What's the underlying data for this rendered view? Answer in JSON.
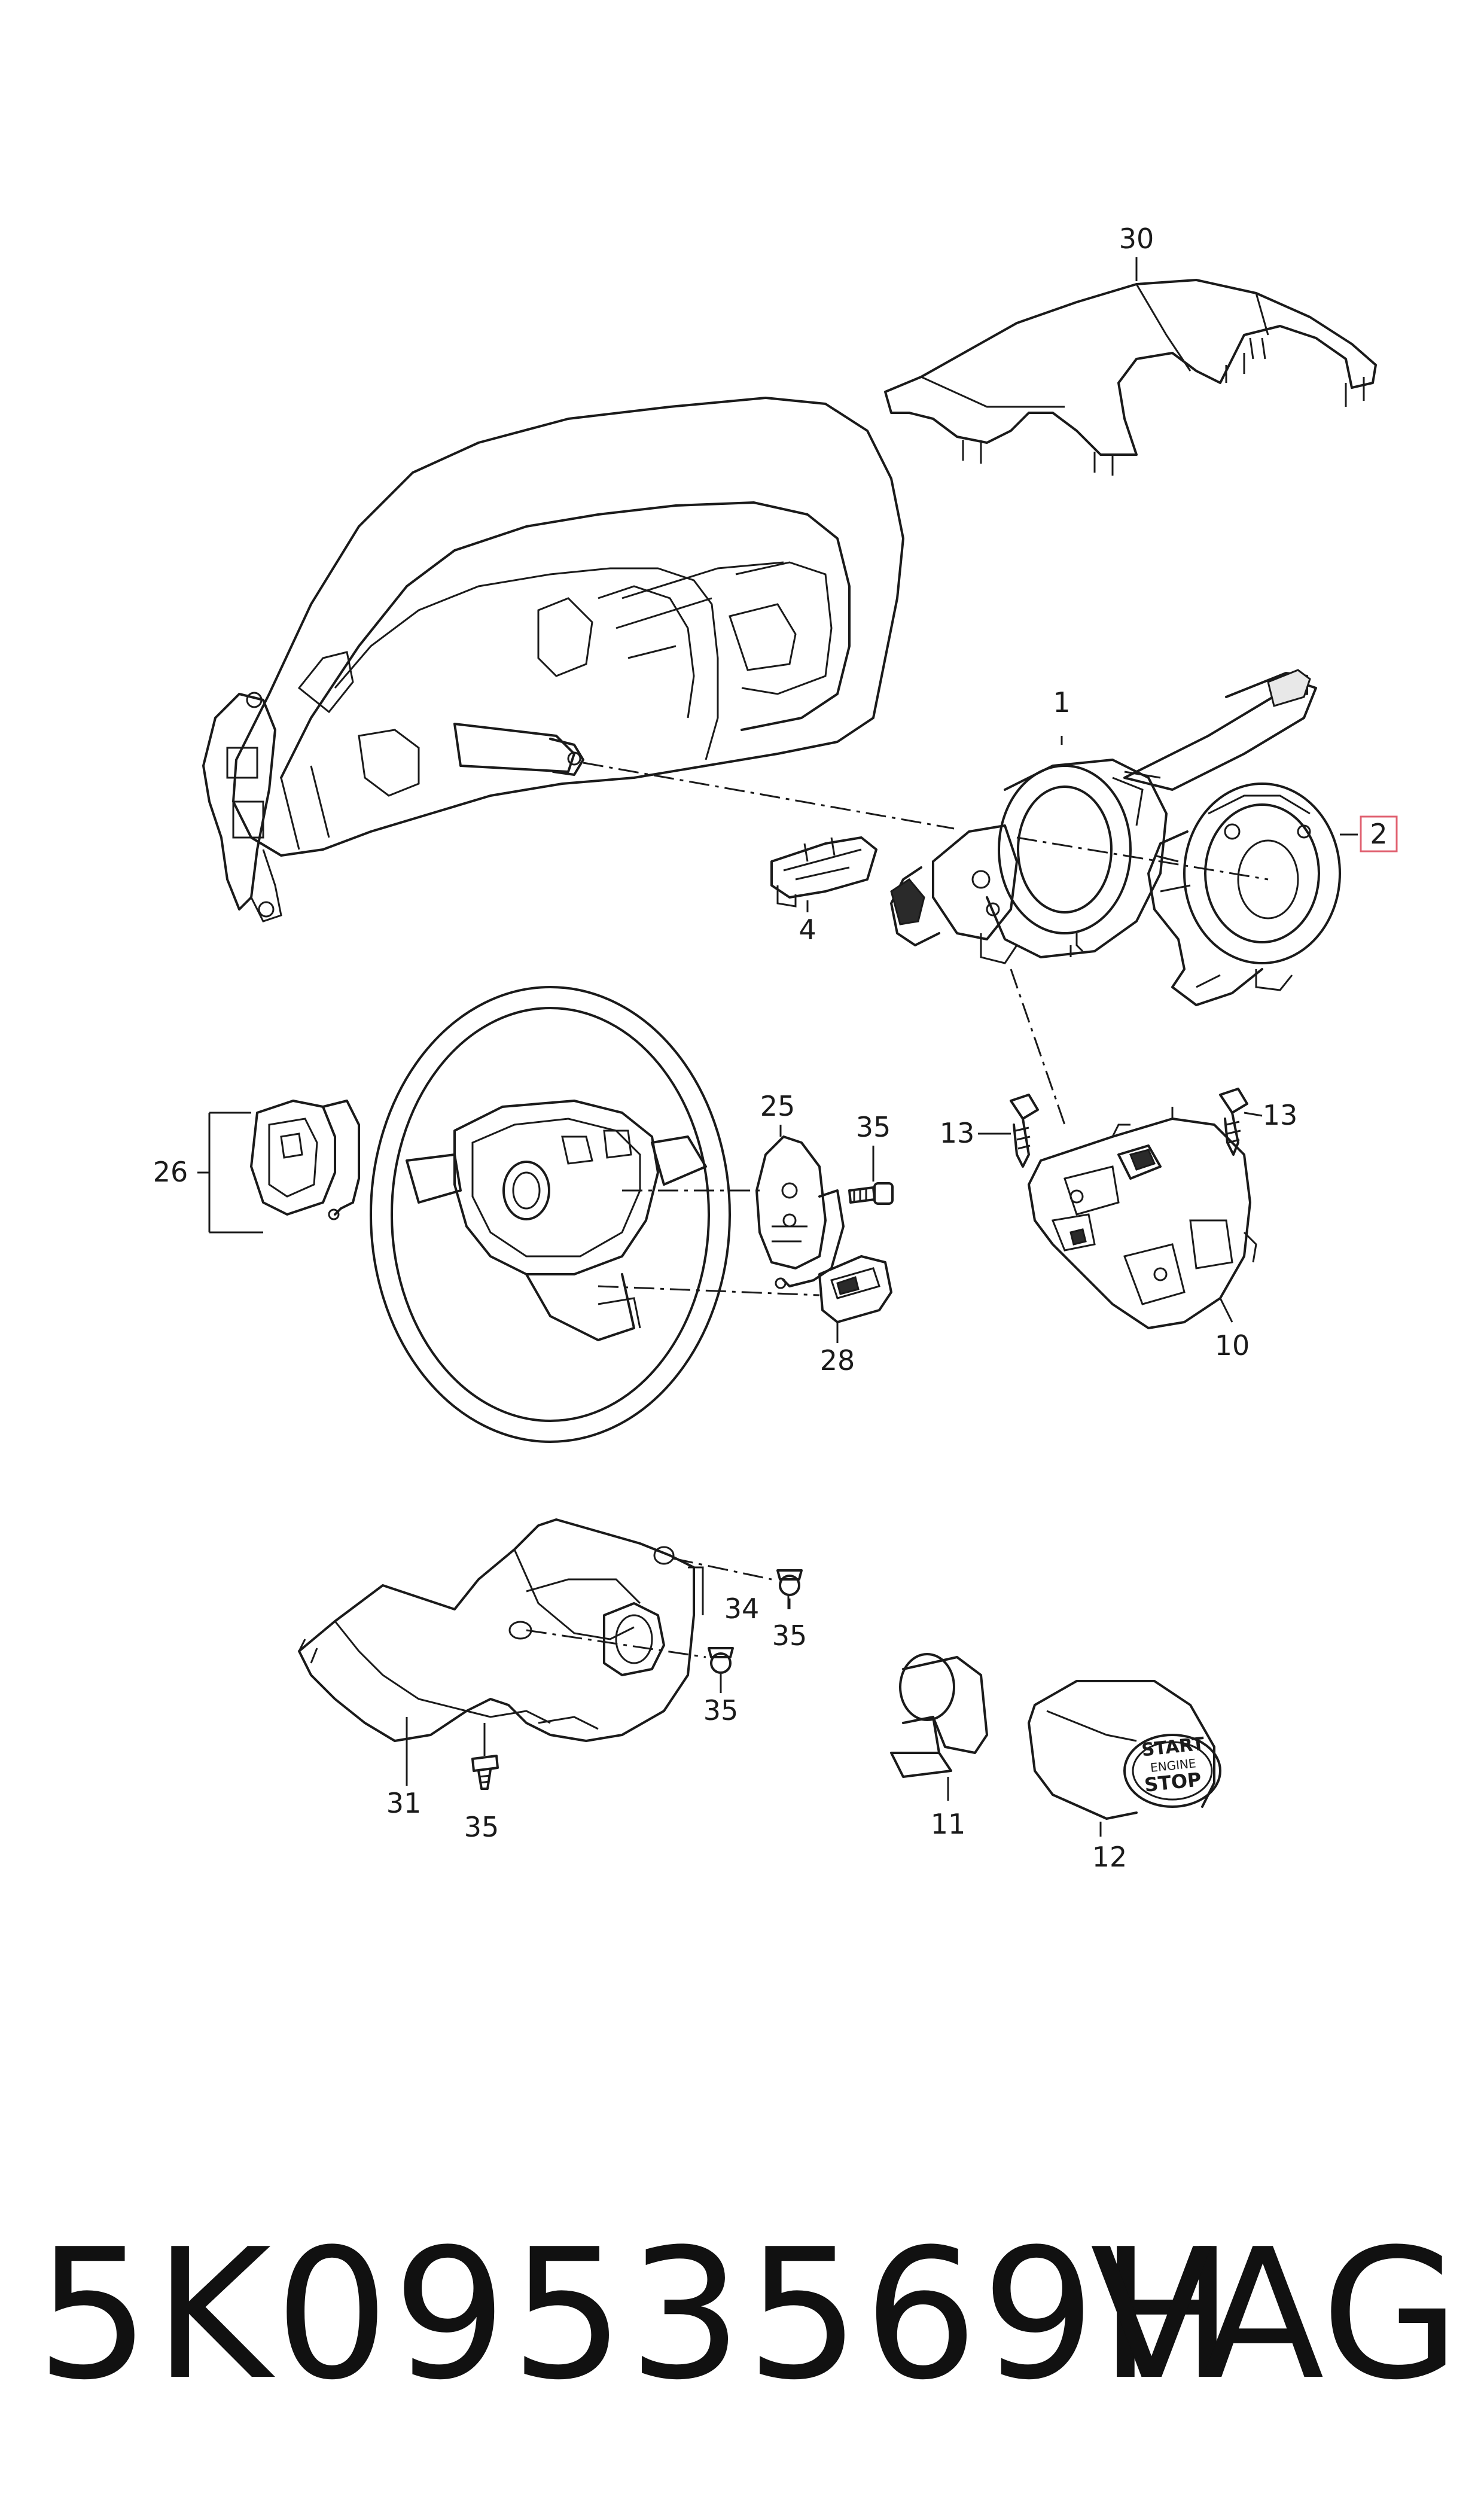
{
  "callouts": {
    "c30": "30",
    "c1": "1",
    "c2": "2",
    "c4": "4",
    "c25": "25",
    "c35a": "35",
    "c26": "26",
    "c13a": "13",
    "c13b": "13",
    "c28": "28",
    "c10": "10",
    "c34": "34",
    "c35b": "35",
    "c35c": "35",
    "c31": "31",
    "c35d": "35",
    "c11": "11",
    "c12": "12"
  },
  "button_text": {
    "start": "START",
    "engine": "ENGINE",
    "stop": "STOP"
  },
  "footer": {
    "part_number": "5K0953569H",
    "brand": "VAG"
  },
  "colors": {
    "highlight_box": "#e06070",
    "line": "#1a1a1a"
  }
}
